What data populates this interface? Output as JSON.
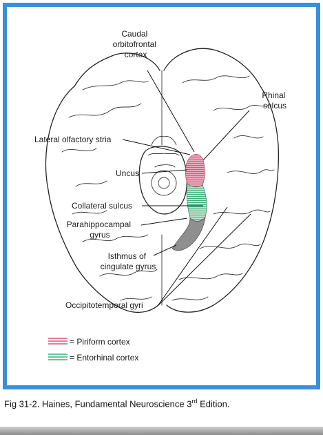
{
  "figure": {
    "labels": {
      "caudal_orbitofrontal": [
        "Caudal",
        "orbitofrontal",
        "cortex"
      ],
      "rhinal_sulcus": [
        "Rhinal",
        "sulcus"
      ],
      "lateral_olfactory_stria": "Lateral olfactory stria",
      "uncus": "Uncus",
      "collateral_sulcus": "Collateral sulcus",
      "parahippocampal_gyrus": [
        "Parahippocampal",
        "gyrus"
      ],
      "isthmus": [
        "Isthmus of",
        "cingulate gyrus"
      ],
      "occipitotemporal_gyri": "Occipitotemporal gyri"
    },
    "legend": [
      {
        "label": "= Piriform cortex",
        "color": "#d8547a",
        "icon": "pink-hatch-icon"
      },
      {
        "label": "= Entorhinal cortex",
        "color": "#3fae7a",
        "icon": "green-hatch-icon"
      }
    ],
    "colors": {
      "frame": "#3a8fd9",
      "piriform": "#d8547a",
      "entorhinal": "#3fae7a",
      "parahippocampal_fill": "#8f8f8f"
    }
  },
  "caption": {
    "prefix": "Fig 31-2. Haines, Fundamental Neuroscience 3",
    "superscript": "rd",
    "suffix": " Edition."
  }
}
